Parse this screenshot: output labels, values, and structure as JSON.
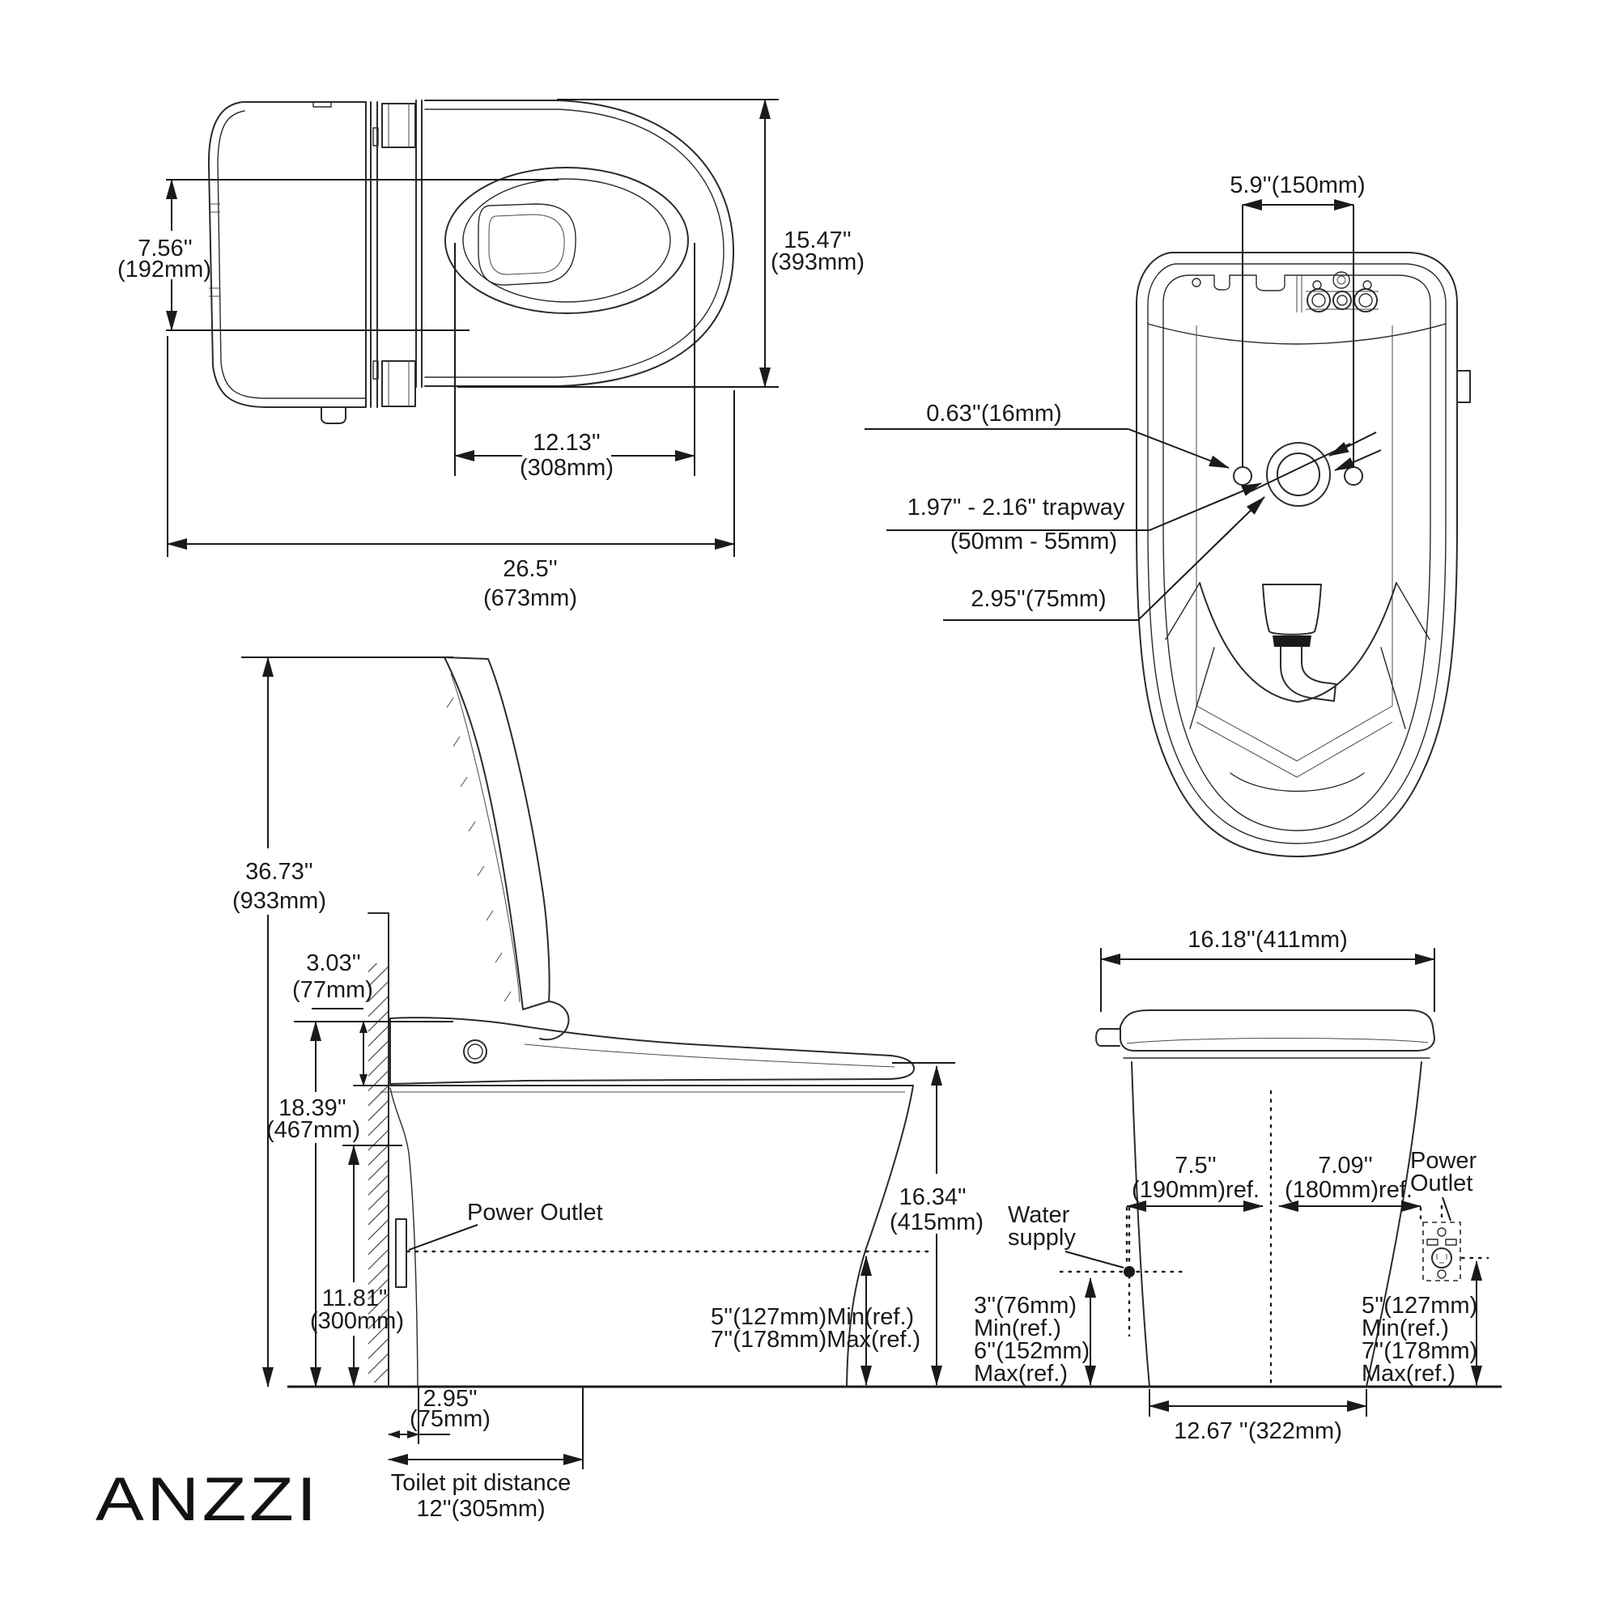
{
  "brand": {
    "logo": "ANZZI"
  },
  "top_view": {
    "seat_width_in": "7.56''",
    "seat_width_mm": "(192mm)",
    "overall_width_in": "15.47''",
    "overall_width_mm": "(393mm)",
    "bowl_length_in": "12.13''",
    "bowl_length_mm": "(308mm)",
    "overall_length_in": "26.5''",
    "overall_length_mm": "(673mm)"
  },
  "bottom_view": {
    "bolt_spacing": "5.9''(150mm)",
    "bolt_hole": "0.63''(16mm)",
    "trapway_line1": "1.97\" - 2.16\" trapway",
    "trapway_line2": "(50mm - 55mm)",
    "outlet_offset": "2.95''(75mm)"
  },
  "side_view": {
    "overall_height_in": "36.73''",
    "overall_height_mm": "(933mm)",
    "seat_lid_in": "3.03''",
    "seat_lid_mm": "(77mm)",
    "seat_height_in": "18.39''",
    "seat_height_mm": "(467mm)",
    "outlet_height_in": "11.81\"",
    "outlet_height_mm": "(300mm)",
    "power_outlet": "Power Outlet",
    "bowl_height_in": "16.34\"",
    "bowl_height_mm": "(415mm)",
    "supply_min": "5''(127mm)Min(ref.)",
    "supply_max": "7''(178mm)Max(ref.)",
    "wall_offset_in": "2.95\"",
    "wall_offset_mm": "(75mm)",
    "pit_label": "Toilet pit distance",
    "pit_value": "12''(305mm)"
  },
  "front_view": {
    "top_width": "16.18''(411mm)",
    "left_half_in": "7.5''",
    "left_half_mm": "(190mm)ref.",
    "right_half_in": "7.09''",
    "right_half_mm": "(180mm)ref.",
    "power_line1": "Power",
    "power_line2": "Outlet",
    "water_line1": "Water",
    "water_line2": "supply",
    "water_min": "3''(76mm)",
    "water_min_ref": "Min(ref.)",
    "water_max": "6''(152mm)",
    "water_max_ref": "Max(ref.)",
    "outlet_min": "5''(127mm)",
    "outlet_min_ref": "Min(ref.)",
    "outlet_max": "7''(178mm)",
    "outlet_max_ref": "Max(ref.)",
    "base_width": "12.67 ''(322mm)"
  }
}
